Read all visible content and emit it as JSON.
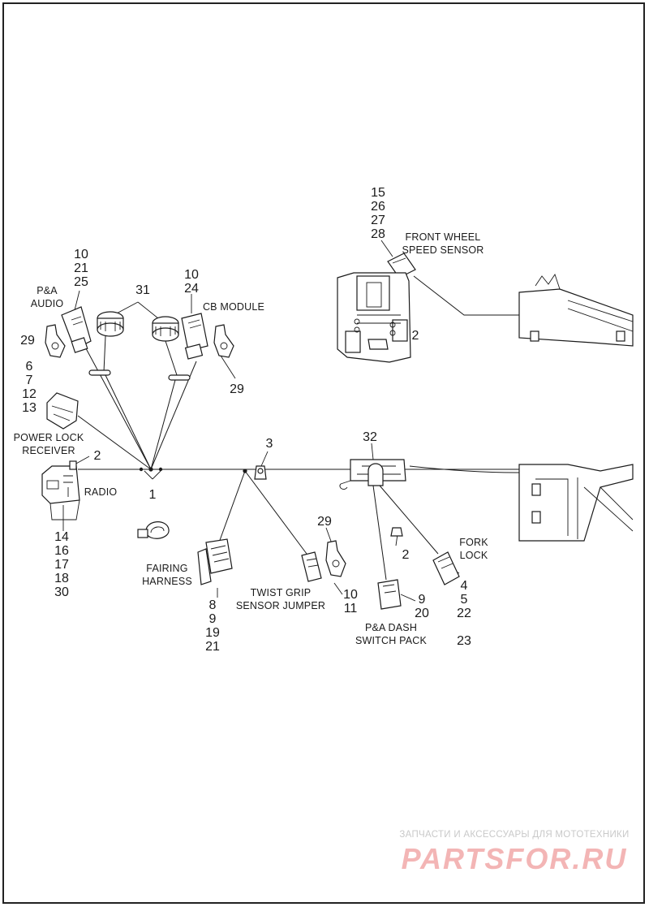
{
  "diagram": {
    "callouts": {
      "c_15_26_27_28": [
        "15",
        "26",
        "27",
        "28"
      ],
      "c_10_21_25": [
        "10",
        "21",
        "25"
      ],
      "c_31": "31",
      "c_10_24": [
        "10",
        "24"
      ],
      "c_29_left": "29",
      "c_29_cb": "29",
      "c_29_twist": "29",
      "c_6_7_12_13": [
        "6",
        "7",
        "12",
        "13"
      ],
      "c_2_front": "2",
      "c_2_radio": "2",
      "c_2_mid": "2",
      "c_3": "3",
      "c_32": "32",
      "c_1": "1",
      "c_14_16_17_18_30": [
        "14",
        "16",
        "17",
        "18",
        "30"
      ],
      "c_8_9_19_21": [
        "8",
        "9",
        "19",
        "21"
      ],
      "c_10_11": [
        "10",
        "11"
      ],
      "c_9_20": [
        "9",
        "20"
      ],
      "c_4_5_22_23": [
        "4",
        "5",
        "22",
        "23"
      ]
    },
    "labels": {
      "front_wheel": [
        "FRONT WHEEL",
        "SPEED SENSOR"
      ],
      "pa_audio": [
        "P&A",
        "AUDIO"
      ],
      "cb_module": "CB MODULE",
      "power_lock": [
        "POWER LOCK",
        "RECEIVER"
      ],
      "radio": "RADIO",
      "fairing": [
        "FAIRING",
        "HARNESS"
      ],
      "twist_grip": [
        "TWIST GRIP",
        "SENSOR JUMPER"
      ],
      "pa_dash": [
        "P&A DASH",
        "SWITCH PACK"
      ],
      "fork_lock": [
        "FORK",
        "LOCK"
      ]
    }
  },
  "watermark": {
    "caption": "ЗАПЧАСТИ И АКСЕССУАРЫ ДЛЯ МОТОТЕХНИКИ",
    "brand": "PARTSFOR.RU"
  }
}
